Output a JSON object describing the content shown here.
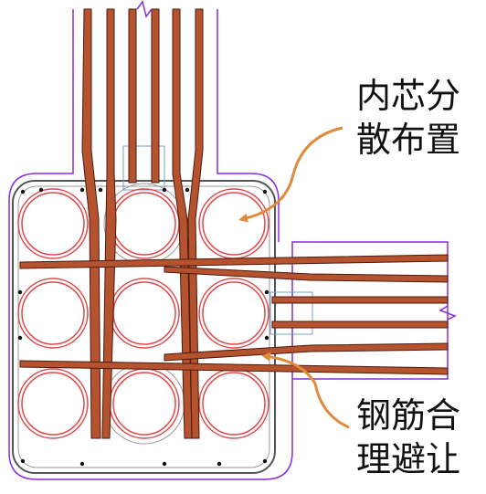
{
  "annotations": {
    "top": {
      "line1": "内芯分",
      "line2": "散布置"
    },
    "bottom": {
      "line1": "钢筋合",
      "line2": "理避让"
    }
  },
  "colors": {
    "outline": "#8a2be2",
    "bar_fill": "#b5532f",
    "bar_edge": "#4a1a10",
    "circle": "#e0484a",
    "arrow": "#e08a3c",
    "stirrup": "#555555",
    "rebar_dot": "#111111"
  },
  "icons": {
    "arrow_top": "curved-arrow-icon",
    "arrow_bottom": "curved-arrow-icon"
  }
}
